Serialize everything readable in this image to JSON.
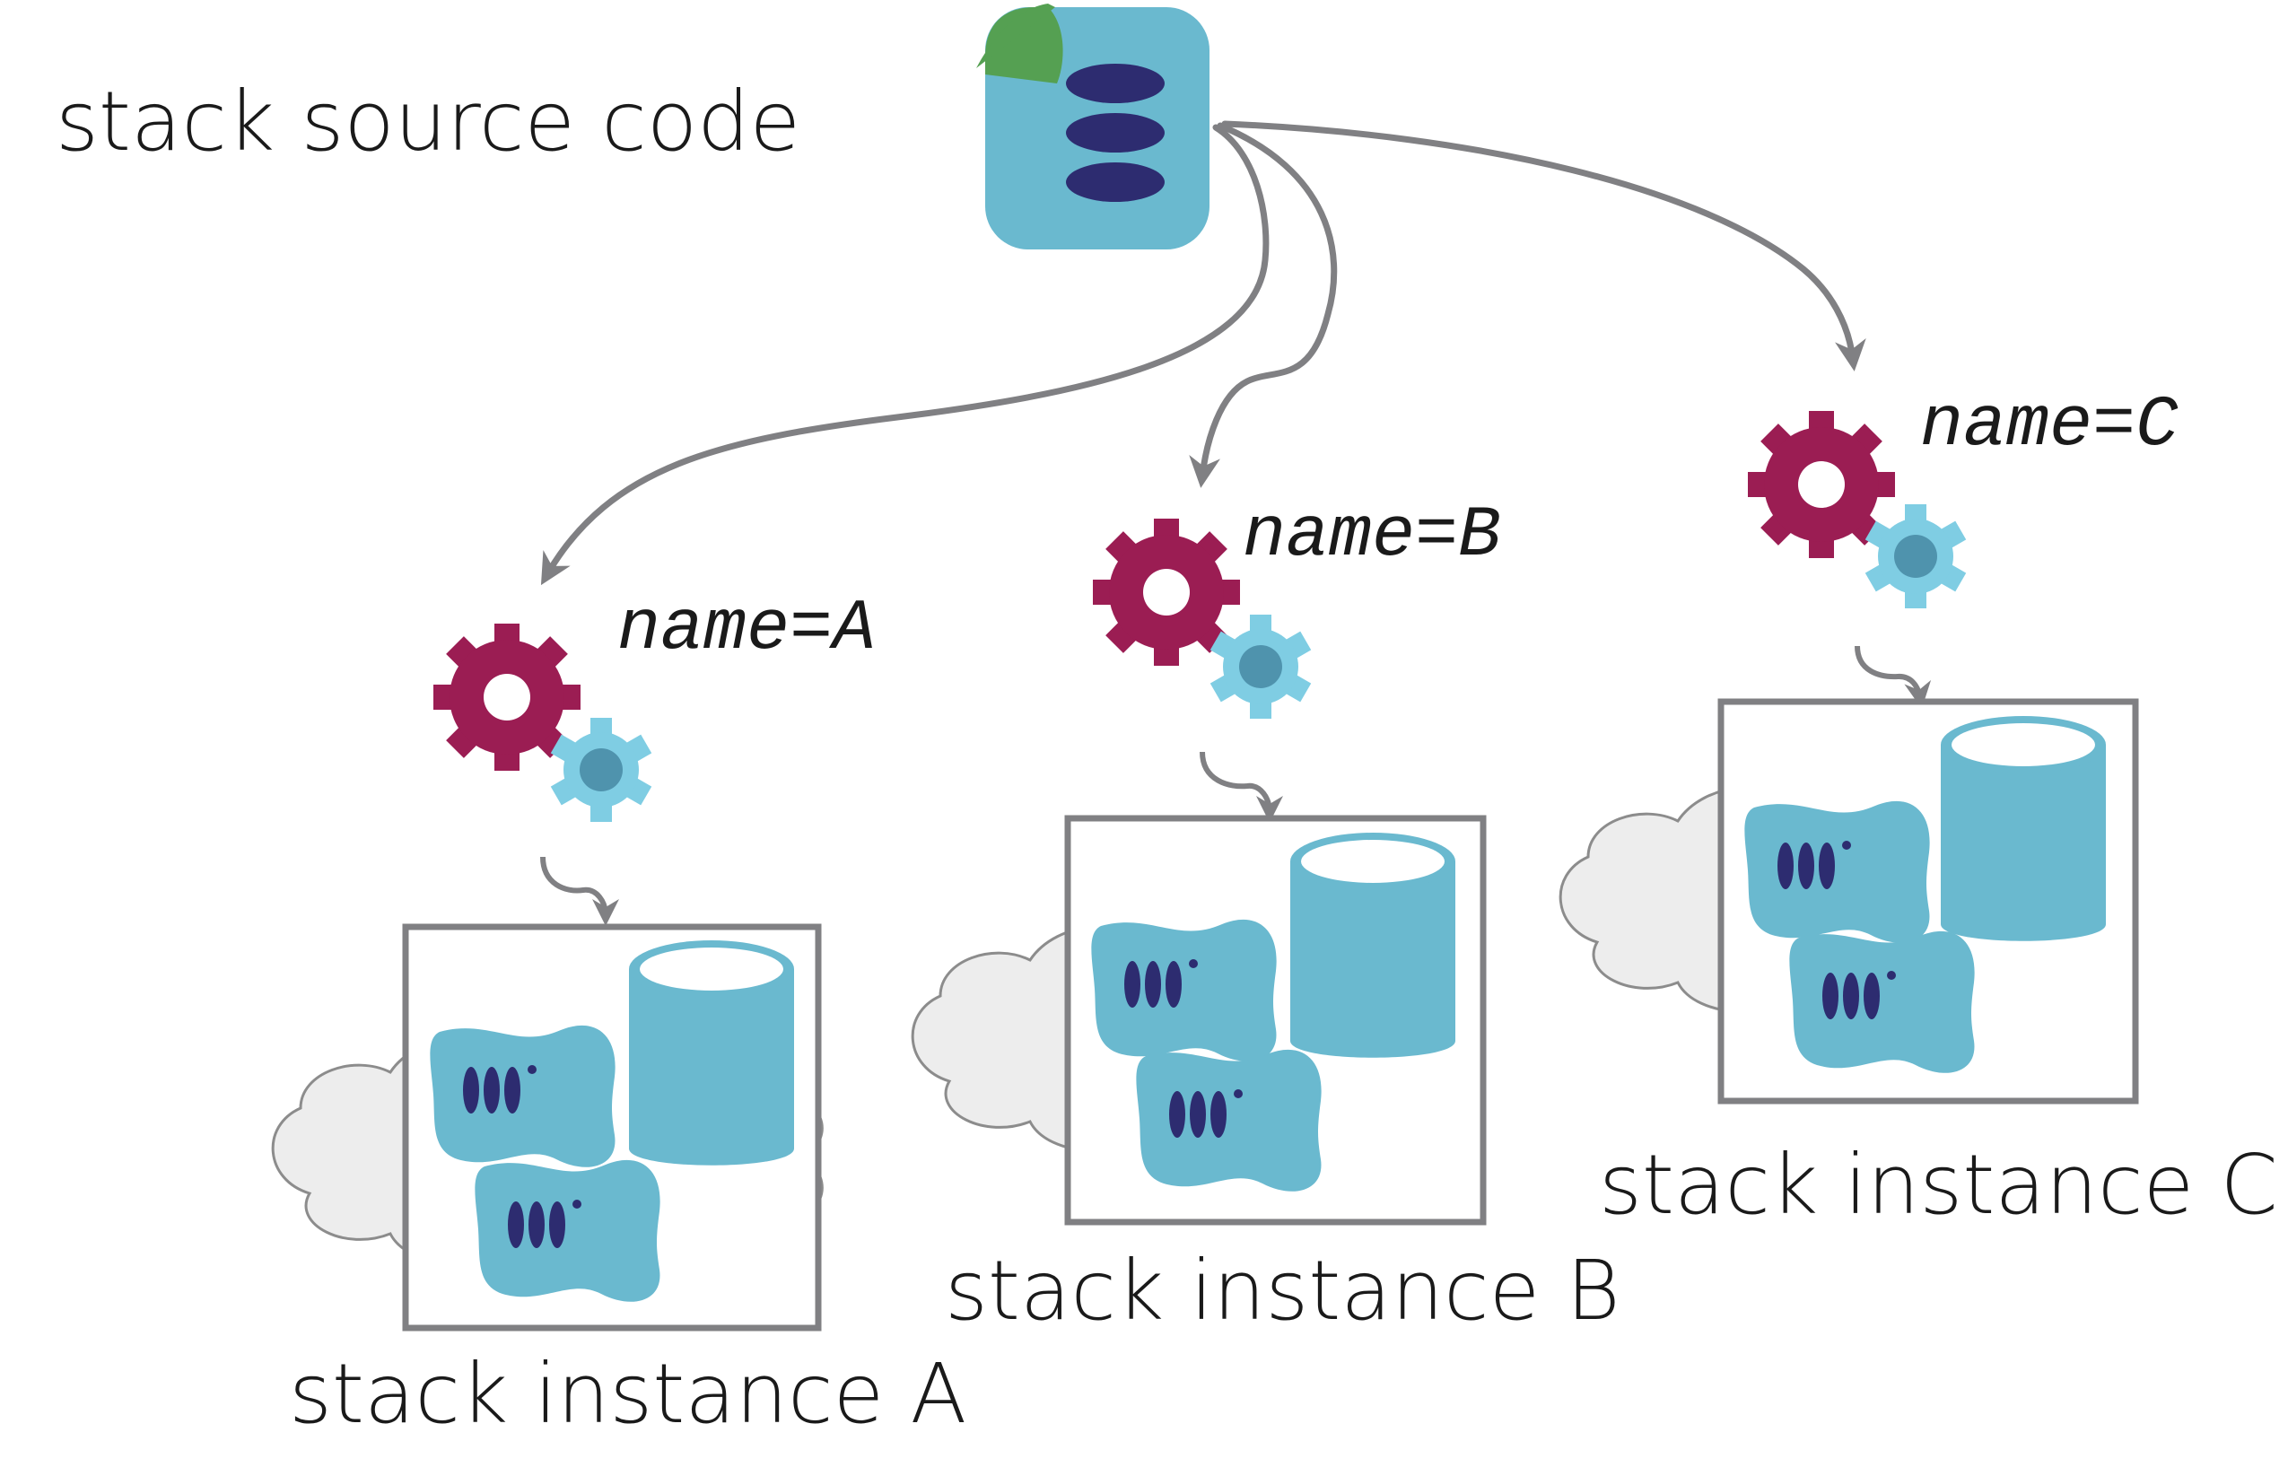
{
  "diagram": {
    "source_label": "stack source code",
    "instances": [
      {
        "id": "a",
        "param": "name=A",
        "label": "stack instance A"
      },
      {
        "id": "b",
        "param": "name=B",
        "label": "stack instance B"
      },
      {
        "id": "c",
        "param": "name=C",
        "label": "stack instance C"
      }
    ]
  },
  "colors": {
    "arrow": "#808083",
    "box_border": "#808083",
    "cloud_fill": "#ededed",
    "cloud_stroke": "#8c8c8c",
    "teal": "#6ab9cf",
    "teal_light": "#7fcde3",
    "navy": "#2d2c70",
    "magenta": "#9b1d53",
    "green": "#55a052"
  },
  "icons": {
    "source": "source-code-database-icon",
    "gear_large": "magenta-gear-icon",
    "gear_small": "teal-gear-icon",
    "server": "server-icon",
    "database": "database-cylinder-icon",
    "cloud": "cloud-icon"
  }
}
